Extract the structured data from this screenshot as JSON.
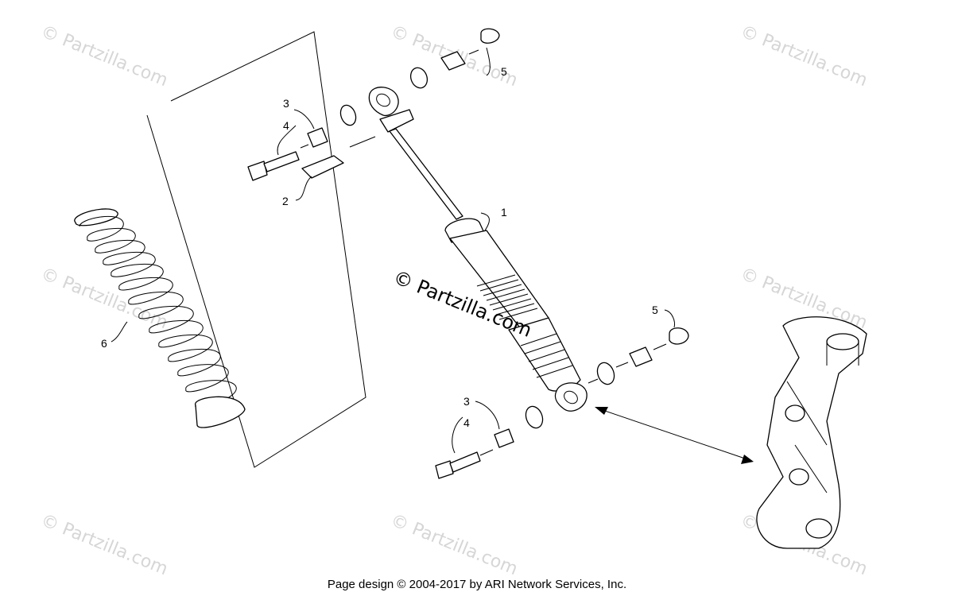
{
  "callouts": {
    "c1": "1",
    "c2": "2",
    "c3_top": "3",
    "c4_top": "4",
    "c3_bottom": "3",
    "c4_bottom": "4",
    "c5_top": "5",
    "c5_bottom": "5",
    "c6": "6"
  },
  "watermark": {
    "text": "© Partzilla.com",
    "center_text": "© Partzilla.com"
  },
  "footer": {
    "text": "Page design © 2004-2017 by ARI Network Services, Inc."
  }
}
